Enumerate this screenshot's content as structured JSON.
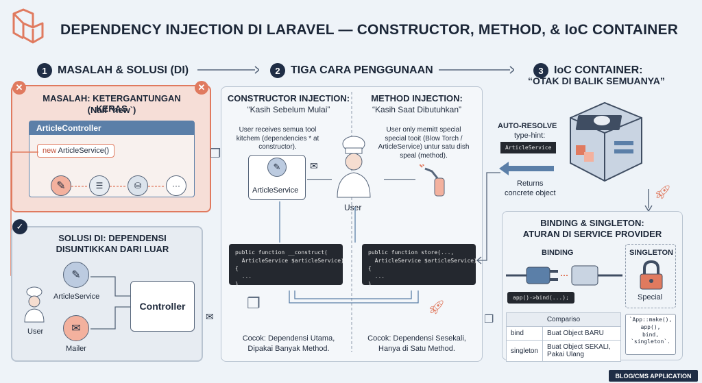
{
  "title": "DEPENDENCY INJECTION DI LARAVEL — CONSTRUCTOR, METHOD, & IoC CONTAINER",
  "steps": [
    {
      "num": "1",
      "label": "MASALAH & SOLUSI (DI)"
    },
    {
      "num": "2",
      "label": "TIGA CARA PENGGUNAAN"
    },
    {
      "num": "3",
      "label": "IoC CONTAINER:",
      "sub": "“OTAK DI BALIK SEMUANYA”"
    }
  ],
  "problem": {
    "title": "MASALAH: KETERGANTUNGAN KERAS",
    "subtitle": "(Naif `new`)",
    "controller": "ArticleController",
    "code_new": "new",
    "code_class": "ArticleService()"
  },
  "solution": {
    "title": "SOLUSI DI: DEPENDENSI",
    "title2": "DISUNTIKKAN DARI LUAR",
    "service": "ArticleService",
    "mailer": "Mailer",
    "controller": "Controller",
    "user": "User"
  },
  "constructor": {
    "title": "CONSTRUCTOR INJECTION:",
    "subtitle": "“Kasih Sebelum Mulai”",
    "desc": "User receives semua tool kitchem (dependencies * at constructor).",
    "service": "ArticleService",
    "code": "public function __construct(\n  ArticleService $articleService)\n{\n  ...\n}",
    "footer1": "Cocok: Dependensi Utama,",
    "footer2": "Dipakai Banyak Method."
  },
  "method": {
    "title": "METHOD INJECTION:",
    "subtitle": "“Kasih Saat Dibutuhkan”",
    "desc": "User only memitt special special tooit (Blow Torch / ArticleService) untur satu dish speal (method).",
    "code": "public function store(...,\n  ArticleService $articleService)\n{\n  ...\n}",
    "footer1": "Cocok: Dependensi Sesekali,",
    "footer2": "Hanya di Satu Method."
  },
  "center_user": "User",
  "ioc": {
    "auto_resolve": "AUTO-RESOLVE",
    "type_hint": "type-hint:",
    "type_value": "ArticleService",
    "returns": "Returns",
    "concrete": "concrete object"
  },
  "binding": {
    "title": "BINDING & SINGLETON:",
    "title2": "ATURAN DI SERVICE PROVIDER",
    "binding_label": "BINDING",
    "singleton_label": "SINGLETON",
    "special": "Special",
    "bind_code": "app()->bind(...);",
    "compare_header": "Compariso",
    "rows": [
      {
        "key": "bind",
        "value": "Buat Object BARU"
      },
      {
        "key": "singleton",
        "value": "Buat Object SEKALI, Pakai Ulang"
      }
    ],
    "make_note": "`App::make(),\napp(),\nbind,\n`singleton`."
  },
  "footer": "BLOG/CMS APPLICATION",
  "colors": {
    "accent_red": "#e07a5f",
    "navy": "#1f2d45",
    "blue": "#5b7fa8"
  }
}
